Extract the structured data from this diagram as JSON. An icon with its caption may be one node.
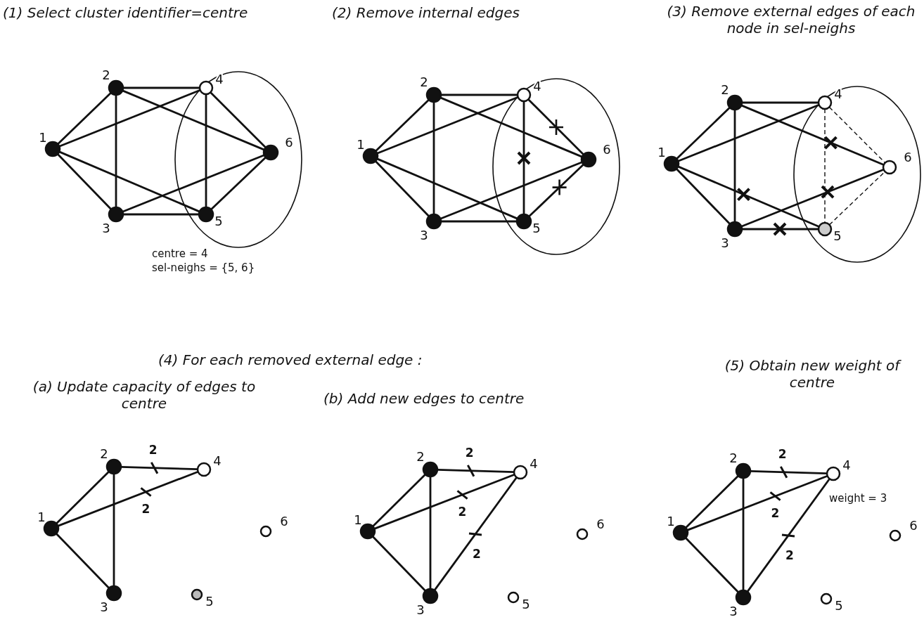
{
  "diagram": {
    "nodes": [
      {
        "text": [],
        "shape": "ellipse"
      },
      {
        "text": [],
        "shape": "circle",
        "beside": [
          "1"
        ]
      },
      {
        "text": [],
        "shape": "circle",
        "beside": [
          "2"
        ]
      },
      {
        "text": [],
        "shape": "circle",
        "beside": [
          "3"
        ]
      },
      {
        "text": [],
        "shape": "circle",
        "beside": [
          "4"
        ],
        "in": 0
      },
      {
        "text": [],
        "shape": "circle",
        "beside": [
          "5"
        ],
        "in": 0
      },
      {
        "text": [],
        "shape": "circle",
        "beside": [
          "6"
        ],
        "in": 0
      },
      {
        "text": [],
        "shape": "ellipse"
      },
      {
        "text": [],
        "shape": "circle",
        "beside": [
          "1"
        ]
      },
      {
        "text": [],
        "shape": "circle",
        "beside": [
          "2"
        ]
      },
      {
        "text": [],
        "shape": "circle",
        "beside": [
          "3"
        ]
      },
      {
        "text": [],
        "shape": "circle",
        "beside": [
          "4"
        ],
        "in": 7
      },
      {
        "text": [],
        "shape": "circle",
        "beside": [
          "5"
        ],
        "in": 7
      },
      {
        "text": [],
        "shape": "circle",
        "beside": [
          "6"
        ],
        "in": 7
      },
      {
        "text": [],
        "shape": "ellipse"
      },
      {
        "text": [],
        "shape": "circle",
        "beside": [
          "1"
        ]
      },
      {
        "text": [],
        "shape": "circle",
        "beside": [
          "2"
        ]
      },
      {
        "text": [],
        "shape": "circle",
        "beside": [
          "3"
        ]
      },
      {
        "text": [],
        "shape": "circle",
        "beside": [
          "4"
        ],
        "in": 14
      },
      {
        "text": [],
        "shape": "circle",
        "beside": [
          "5"
        ],
        "in": 14
      },
      {
        "text": [],
        "shape": "circle",
        "beside": [
          "6"
        ],
        "in": 14
      },
      {
        "text": [],
        "shape": "circle",
        "beside": [
          "1"
        ]
      },
      {
        "text": [],
        "shape": "circle",
        "beside": [
          "2"
        ]
      },
      {
        "text": [],
        "shape": "circle",
        "beside": [
          "3"
        ]
      },
      {
        "text": [],
        "shape": "circle",
        "beside": [
          "4"
        ]
      },
      {
        "text": [],
        "shape": "circle",
        "beside": [
          "5"
        ]
      },
      {
        "text": [],
        "shape": "circle",
        "beside": [
          "6"
        ]
      },
      {
        "text": [],
        "shape": "circle",
        "beside": [
          "1"
        ]
      },
      {
        "text": [],
        "shape": "circle",
        "beside": [
          "2"
        ]
      },
      {
        "text": [],
        "shape": "circle",
        "beside": [
          "3"
        ]
      },
      {
        "text": [],
        "shape": "circle",
        "beside": [
          "4"
        ]
      },
      {
        "text": [],
        "shape": "circle",
        "beside": [
          "5"
        ]
      },
      {
        "text": [],
        "shape": "circle",
        "beside": [
          "6"
        ]
      },
      {
        "text": [],
        "shape": "circle",
        "beside": [
          "1"
        ]
      },
      {
        "text": [],
        "shape": "circle",
        "beside": [
          "2"
        ]
      },
      {
        "text": [],
        "shape": "circle",
        "beside": [
          "3"
        ]
      },
      {
        "text": [],
        "shape": "circle",
        "beside": [
          "4",
          "weight = 3"
        ]
      },
      {
        "text": [],
        "shape": "circle",
        "beside": [
          "5"
        ]
      },
      {
        "text": [],
        "shape": "circle",
        "beside": [
          "6"
        ]
      }
    ],
    "edges": [
      {
        "from": 1,
        "to": 2,
        "arrow": "none"
      },
      {
        "from": 1,
        "to": 3,
        "arrow": "none"
      },
      {
        "from": 1,
        "to": 4,
        "arrow": "none"
      },
      {
        "from": 1,
        "to": 5,
        "arrow": "none"
      },
      {
        "from": 2,
        "to": 3,
        "arrow": "none"
      },
      {
        "from": 2,
        "to": 4,
        "arrow": "none"
      },
      {
        "from": 2,
        "to": 6,
        "arrow": "none"
      },
      {
        "from": 3,
        "to": 5,
        "arrow": "none"
      },
      {
        "from": 3,
        "to": 6,
        "arrow": "none"
      },
      {
        "from": 4,
        "to": 5,
        "arrow": "none"
      },
      {
        "from": 4,
        "to": 6,
        "arrow": "none"
      },
      {
        "from": 5,
        "to": 6,
        "arrow": "none"
      },
      {
        "from": 8,
        "to": 9,
        "arrow": "none"
      },
      {
        "from": 8,
        "to": 10,
        "arrow": "none"
      },
      {
        "from": 8,
        "to": 11,
        "arrow": "none"
      },
      {
        "from": 8,
        "to": 12,
        "arrow": "none"
      },
      {
        "from": 9,
        "to": 10,
        "arrow": "none"
      },
      {
        "from": 9,
        "to": 11,
        "arrow": "none"
      },
      {
        "from": 9,
        "to": 13,
        "arrow": "none"
      },
      {
        "from": 10,
        "to": 12,
        "arrow": "none"
      },
      {
        "from": 10,
        "to": 13,
        "arrow": "none"
      },
      {
        "from": 11,
        "to": 12,
        "arrow": "none"
      },
      {
        "from": 11,
        "to": 13,
        "arrow": "none"
      },
      {
        "from": 12,
        "to": 13,
        "arrow": "none"
      },
      {
        "from": 15,
        "to": 16,
        "arrow": "none"
      },
      {
        "from": 15,
        "to": 17,
        "arrow": "none"
      },
      {
        "from": 15,
        "to": 18,
        "arrow": "none"
      },
      {
        "from": 15,
        "to": 19,
        "arrow": "none"
      },
      {
        "from": 16,
        "to": 17,
        "arrow": "none"
      },
      {
        "from": 16,
        "to": 18,
        "arrow": "none"
      },
      {
        "from": 16,
        "to": 20,
        "arrow": "none"
      },
      {
        "from": 17,
        "to": 19,
        "arrow": "none"
      },
      {
        "from": 17,
        "to": 20,
        "arrow": "none"
      },
      {
        "from": 18,
        "to": 19,
        "arrow": "none",
        "style": "dashed"
      },
      {
        "from": 18,
        "to": 20,
        "arrow": "none",
        "style": "dashed"
      },
      {
        "from": 19,
        "to": 20,
        "arrow": "none",
        "style": "dashed"
      },
      {
        "from": 21,
        "to": 22,
        "arrow": "none"
      },
      {
        "from": 21,
        "to": 23,
        "arrow": "none"
      },
      {
        "from": 21,
        "to": 24,
        "arrow": "none",
        "label": "2"
      },
      {
        "from": 22,
        "to": 23,
        "arrow": "none"
      },
      {
        "from": 22,
        "to": 24,
        "arrow": "none",
        "label": "2"
      },
      {
        "from": 27,
        "to": 28,
        "arrow": "none"
      },
      {
        "from": 27,
        "to": 29,
        "arrow": "none"
      },
      {
        "from": 27,
        "to": 30,
        "arrow": "none",
        "label": "2"
      },
      {
        "from": 28,
        "to": 29,
        "arrow": "none"
      },
      {
        "from": 28,
        "to": 30,
        "arrow": "none",
        "label": "2"
      },
      {
        "from": 29,
        "to": 30,
        "arrow": "none",
        "label": "2"
      },
      {
        "from": 33,
        "to": 34,
        "arrow": "none"
      },
      {
        "from": 33,
        "to": 35,
        "arrow": "none"
      },
      {
        "from": 33,
        "to": 36,
        "arrow": "none",
        "label": "2"
      },
      {
        "from": 34,
        "to": 35,
        "arrow": "none"
      },
      {
        "from": 34,
        "to": 36,
        "arrow": "none",
        "label": "2"
      },
      {
        "from": 35,
        "to": 36,
        "arrow": "none",
        "label": "2"
      }
    ],
    "labels": [
      "(1) Select cluster identifier=centre",
      "(2) Remove internal edges",
      "(3) Remove external edges of each node in sel-neighs",
      "centre = 4",
      "sel-neighs = {5, 6}",
      "(4) For each removed external edge :",
      "(5) Obtain new weight of centre",
      "(a) Update capacity of edges to centre",
      "(b) Add new edges to centre"
    ]
  }
}
